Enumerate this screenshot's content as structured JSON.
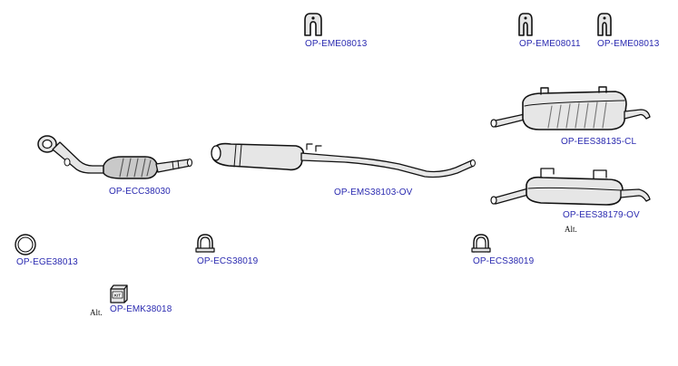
{
  "parts": {
    "eme08013_a": "OP-EME08013",
    "eme08011": "OP-EME08011",
    "eme08013_b": "OP-EME08013",
    "ees38135": "OP-EES38135-CL",
    "ecc38030": "OP-ECC38030",
    "ems38103": "OP-EMS38103-OV",
    "ees38179": "OP-EES38179-OV",
    "ege38013": "OP-EGE38013",
    "ecs38019_a": "OP-ECS38019",
    "ecs38019_b": "OP-ECS38019",
    "emk38018": "OP-EMK38018"
  },
  "notes": {
    "alt_rear": "Alt.",
    "alt_kit": "Alt.",
    "kit_badge": "KIT"
  },
  "colors": {
    "label": "#2a2ab0",
    "stroke": "#111111",
    "fill_light": "#e6e6e6",
    "fill_mid": "#c9c9c9"
  }
}
